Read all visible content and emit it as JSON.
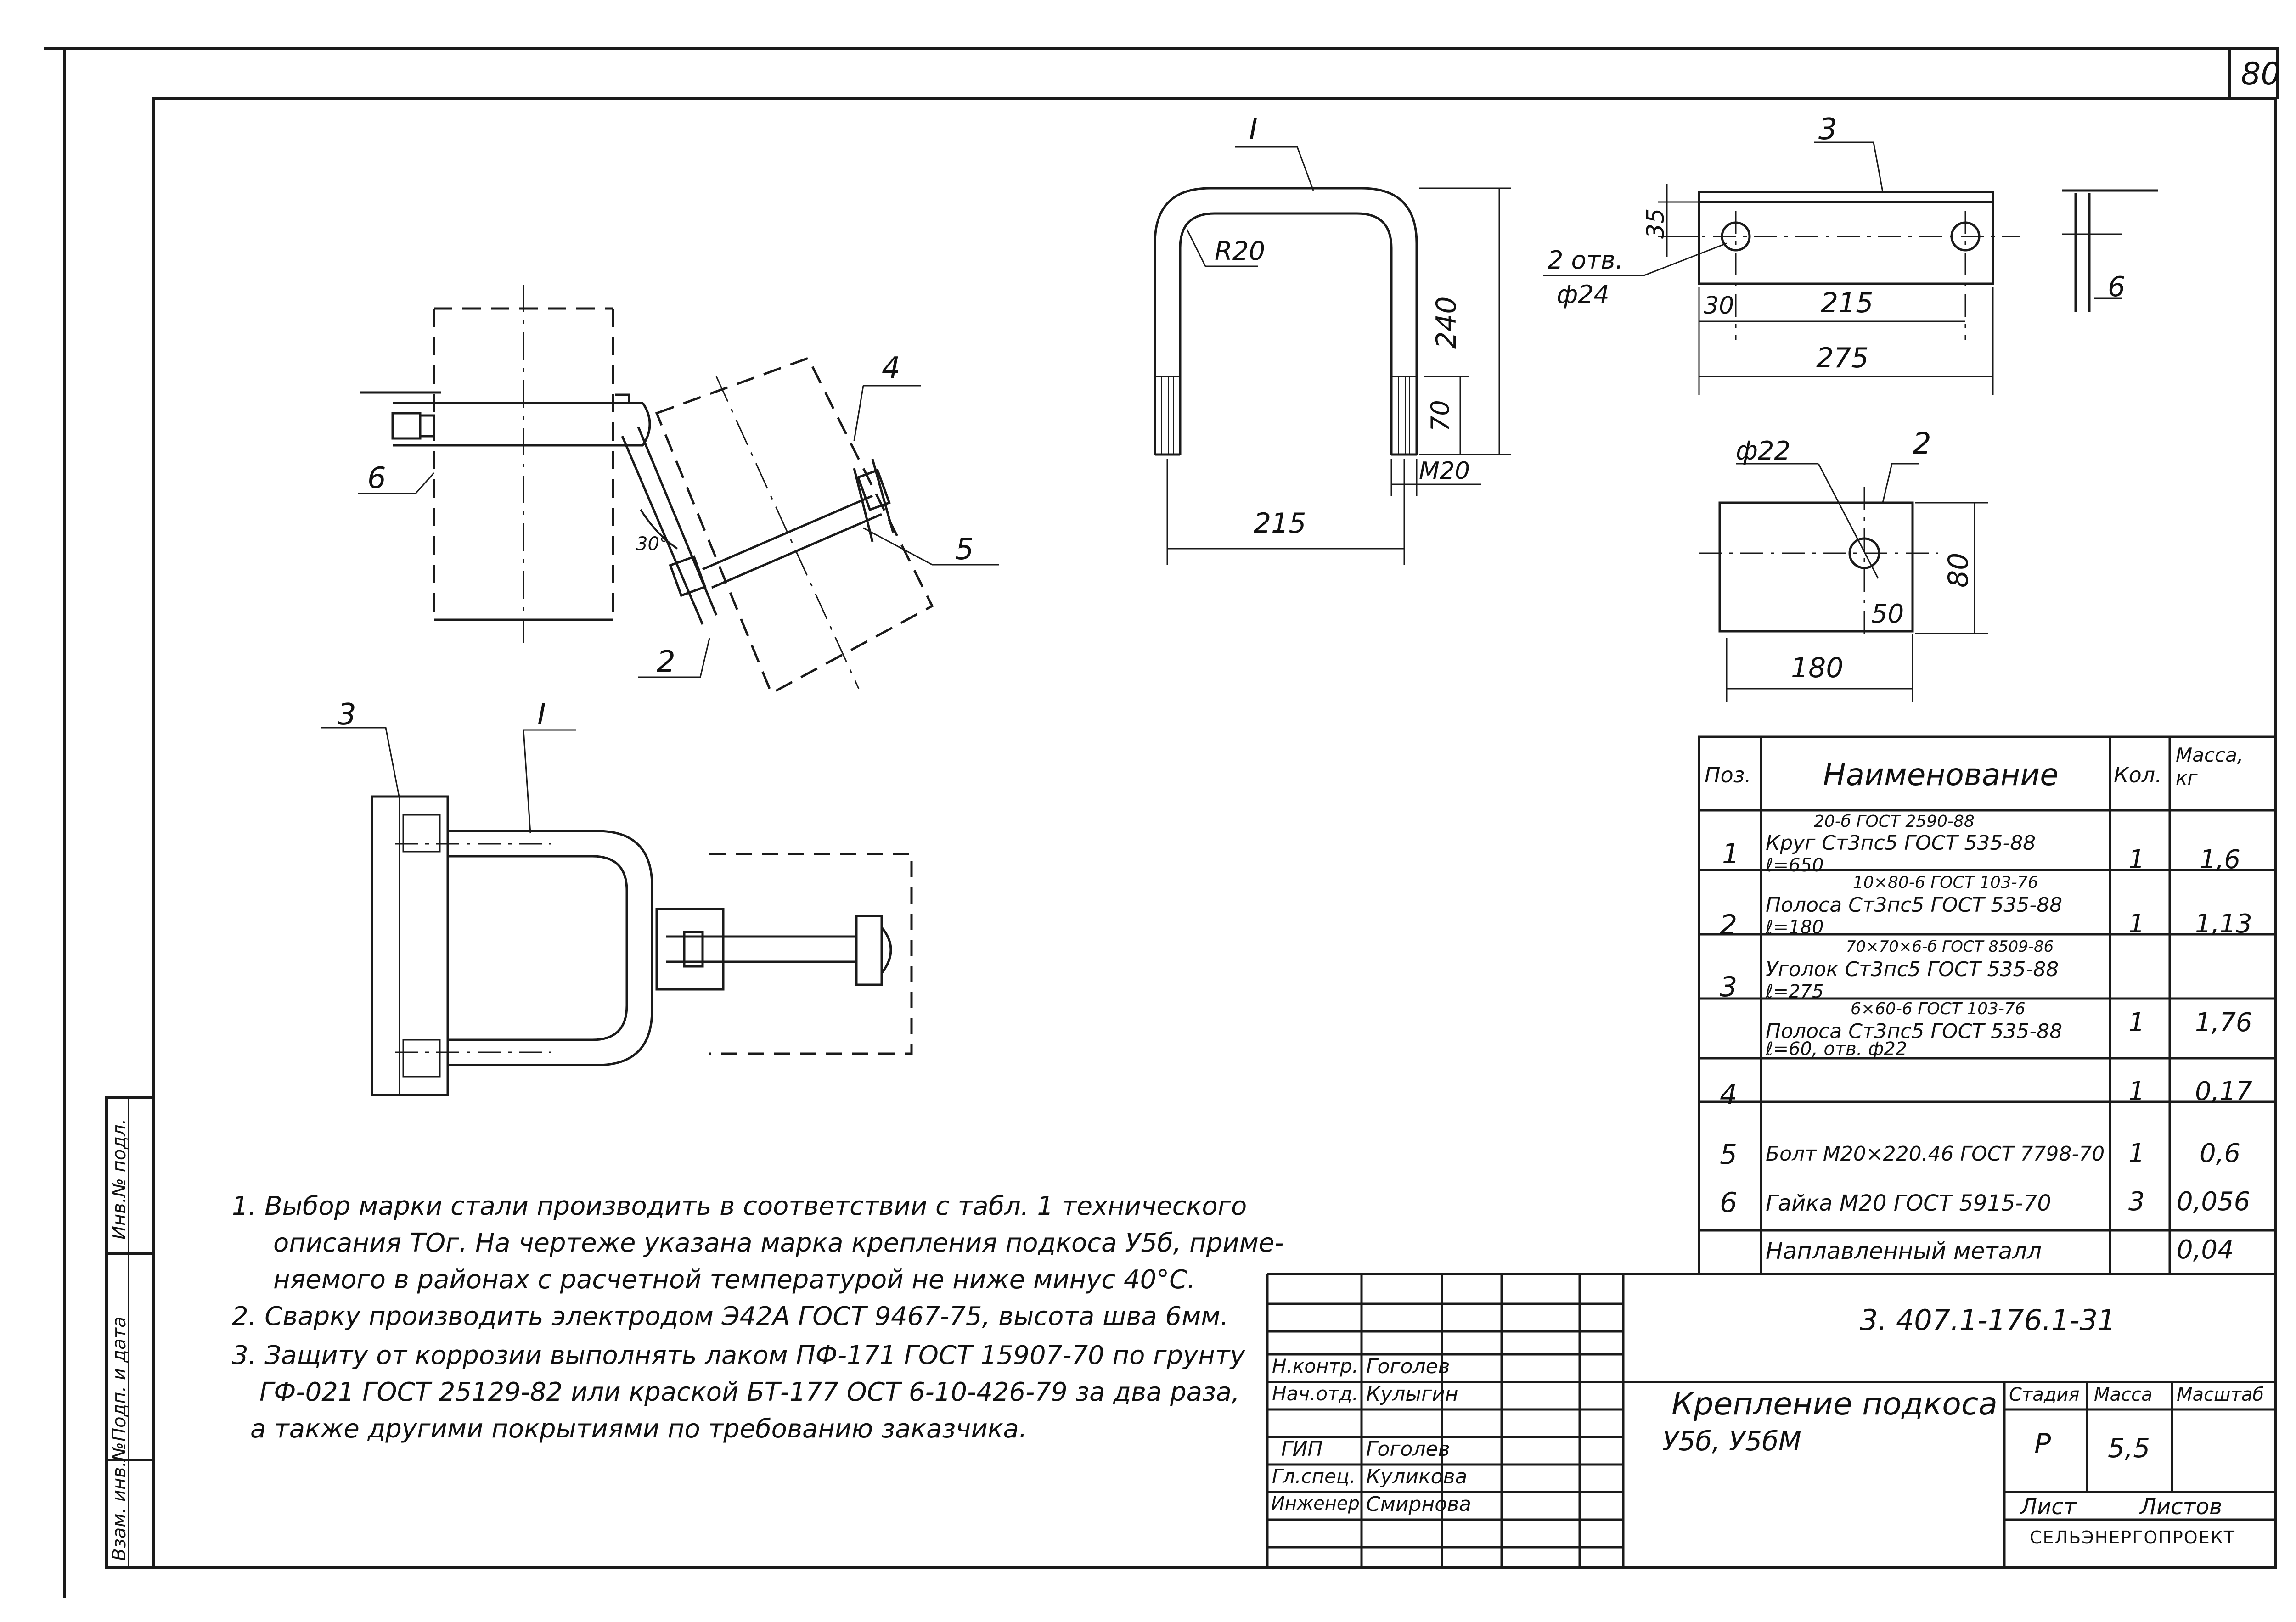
{
  "sheet": {
    "page_number": "80"
  },
  "views": {
    "assembly": {
      "labels": [
        "6",
        "4",
        "5",
        "2"
      ],
      "angle": "30°"
    },
    "u_bolt": {
      "label": "I",
      "radius": "R20",
      "height": "240",
      "thread_len": "70",
      "thread": "М20",
      "width": "215"
    },
    "angle_part": {
      "label": "3",
      "holes": "2 отв.",
      "hole_dia": "ф24",
      "height": "35",
      "offset": "30",
      "spacing": "215",
      "length": "275",
      "thickness": "6"
    },
    "plate_part": {
      "label": "2",
      "hole_dia": "ф22",
      "height": "80",
      "offset": "50",
      "length": "180"
    },
    "plan": {
      "labels": [
        "3",
        "I"
      ]
    }
  },
  "spec_table": {
    "headers": [
      "Поз.",
      "Наименование",
      "Кол.",
      "Масса, кг"
    ],
    "rows": [
      {
        "pos": "1",
        "name_top": "20-б ГОСТ 2590-88",
        "name_main": "Круг Ст3пс5 ГОСТ 535-88",
        "name_sub": "ℓ=650",
        "qty": "1",
        "mass": "1,6"
      },
      {
        "pos": "2",
        "name_top": "10×80-6 ГОСТ 103-76",
        "name_main": "Полоса Ст3пс5 ГОСТ 535-88",
        "name_sub": "ℓ=180",
        "qty": "1",
        "mass": "1,13"
      },
      {
        "pos": "3",
        "name_top": "70×70×6-б ГОСТ 8509-86",
        "name_main": "Уголок Ст3пс5 ГОСТ 535-88",
        "name_sub": "ℓ=275",
        "qty": "1",
        "mass": "1,76"
      },
      {
        "pos": "4",
        "name_top": "6×60-6 ГОСТ 103-76",
        "name_main": "Полоса Ст3пс5 ГОСТ 535-88",
        "name_sub": "ℓ=60,   отв. ф22",
        "qty": "1",
        "mass": "0,17"
      },
      {
        "pos": "5",
        "name_top": "",
        "name_main": "Болт М20×220.46 ГОСТ 7798-70",
        "name_sub": "",
        "qty": "1",
        "mass": "0,6"
      },
      {
        "pos": "6",
        "name_top": "",
        "name_main": "Гайка М20 ГОСТ 5915-70",
        "name_sub": "",
        "qty": "3",
        "mass": "0,056"
      },
      {
        "pos": "",
        "name_top": "",
        "name_main": "Наплавленный металл",
        "name_sub": "",
        "qty": "",
        "mass": "0,04"
      }
    ]
  },
  "notes": [
    "1. Выбор марки стали производить в соответствии с табл. 1 технического",
    "описания ТОг. На чертеже указана марка крепления подкоса У5б, приме-",
    "няемого в районах с расчетной температурой не ниже минус 40°С.",
    "2. Сварку производить электродом Э42А ГОСТ 9467-75, высота шва 6мм.",
    "3. Защиту от коррозии выполнять лаком ПФ-171 ГОСТ 15907-70 по грунту",
    "ГФ-021 ГОСТ 25129-82 или краской БТ-177 ОСТ 6-10-426-79 за два раза,",
    "а также другими покрытиями по требованию заказчика."
  ],
  "left_stamp": [
    "Инв.№ подл.",
    "Подп. и дата",
    "Взам. инв.№"
  ],
  "title_block": {
    "document_code": "3. 407.1-176.1-31",
    "title_line1": "Крепление подкоса",
    "title_line2": "У5б, У5бМ",
    "signers": [
      {
        "role": "Н.контр.",
        "name": "Гоголев"
      },
      {
        "role": "Нач.отд.",
        "name": "Кулыгин"
      },
      {
        "role": "ГИП",
        "name": "Гоголев"
      },
      {
        "role": "Гл.спец.",
        "name": "Куликова"
      },
      {
        "role": "Инженер",
        "name": "Смирнова"
      }
    ],
    "stage_label": "Стадия",
    "mass_label": "Масса",
    "scale_label": "Масштаб",
    "stage": "Р",
    "mass": "5,5",
    "sheet_label": "Лист",
    "sheets_label": "Листов",
    "organization": "СЕЛЬЭНЕРГОПРОЕКТ"
  }
}
